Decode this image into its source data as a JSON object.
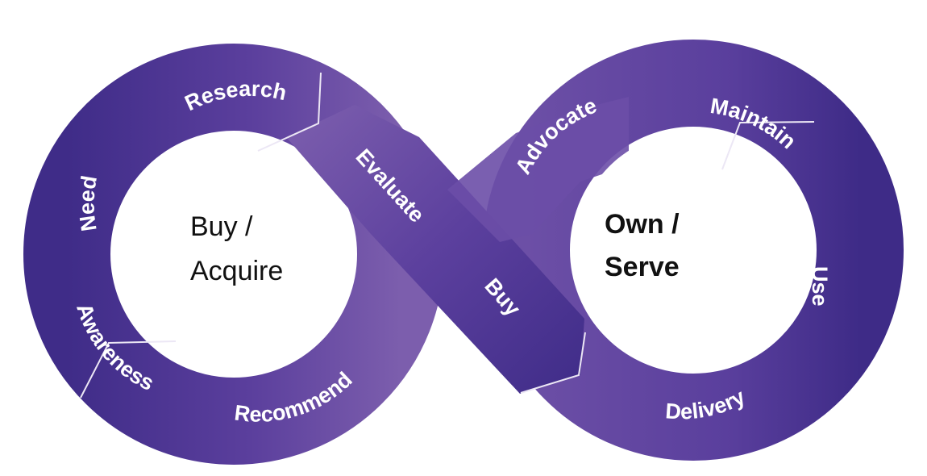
{
  "colors": {
    "band_dark": "#3d2b86",
    "band_mid": "#5a3f9c",
    "band_light": "#7d5fae",
    "divider": "#e9e4f3",
    "text_on_band": "#ffffff",
    "center_text": "#111111",
    "background": "#ffffff"
  },
  "loops": {
    "left": {
      "line1": "Buy /",
      "line2": "Acquire"
    },
    "right": {
      "line1": "Own /",
      "line2": "Serve"
    }
  },
  "stages": {
    "need": "Need",
    "research": "Research",
    "evaluate": "Evaluate",
    "buy": "Buy",
    "delivery": "Delivery",
    "use": "Use",
    "maintain": "Maintain",
    "advocate": "Advocate",
    "recommend": "Recommend",
    "awareness": "Awareness"
  }
}
